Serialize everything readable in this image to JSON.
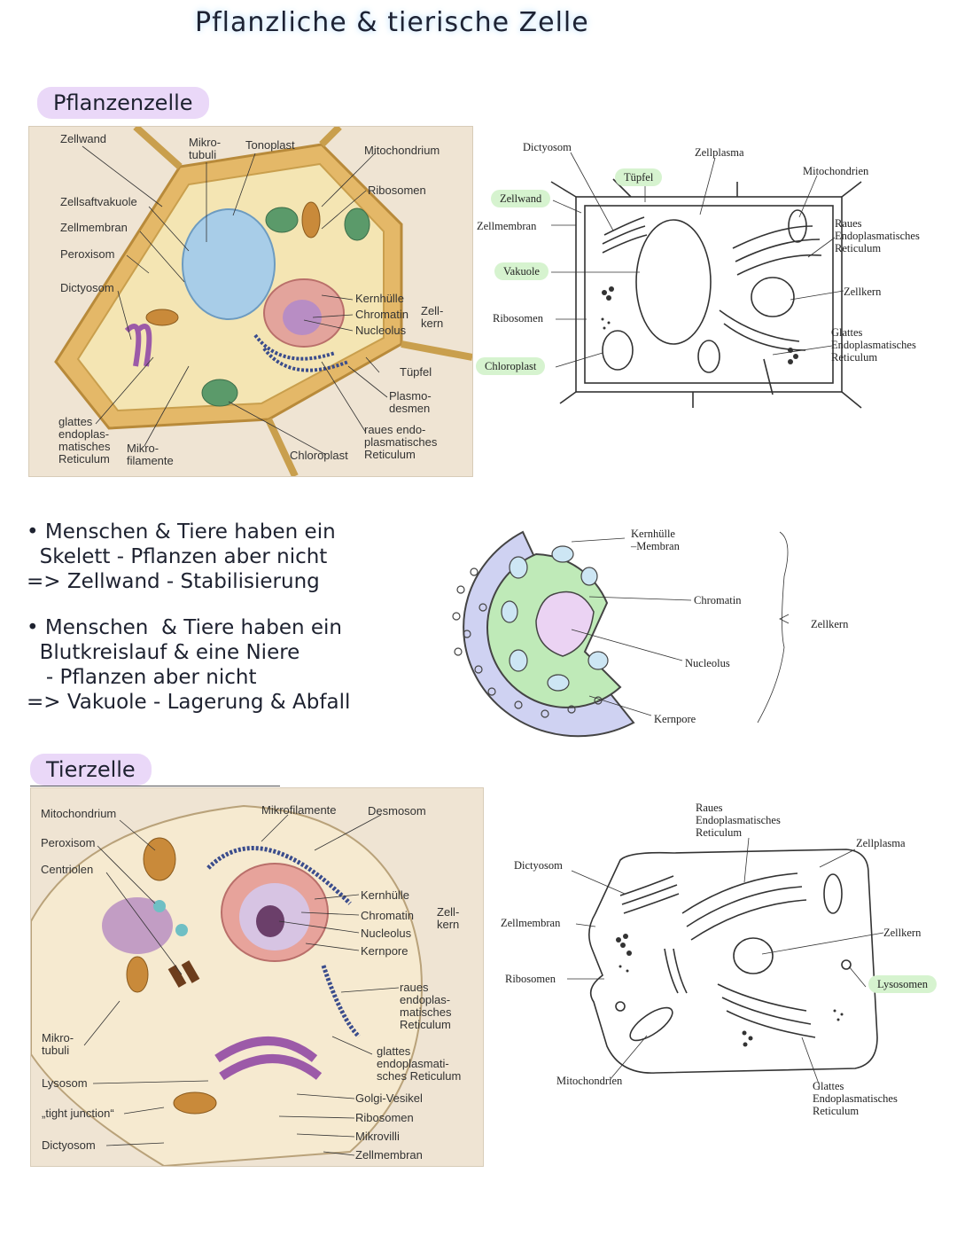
{
  "title": "Pflanzliche & tierische Zelle",
  "sections": {
    "plant": "Pflanzenzelle",
    "animal": "Tierzelle"
  },
  "plant_photo_labels": {
    "zellwand": "Zellwand",
    "mikrotubuli": "Mikro-\ntubuli",
    "tonoplast": "Tonoplast",
    "mitochondrium": "Mitochondrium",
    "ribosomen": "Ribosomen",
    "zellsaftvakuole": "Zellsaftvakuole",
    "zellmembran": "Zellmembran",
    "peroxisom": "Peroxisom",
    "dictyosom": "Dictyosom",
    "kernhuelle": "Kernhülle",
    "chromatin": "Chromatin",
    "nucleolus": "Nucleolus",
    "zellkern": "Zell-\nkern",
    "tuepfel": "Tüpfel",
    "plasmodesmen": "Plasmo-\ndesmen",
    "raues_er": "raues endo-\nplasmatisches\nReticulum",
    "chloroplast": "Chloroplast",
    "glattes_er": "glattes\nendoplas-\nmatisches\nReticulum",
    "mikrofilamente": "Mikro-\nfilamente"
  },
  "plant_drawing_labels": {
    "dictyosom": "Dictyosom",
    "zellplasma": "Zellplasma",
    "tuepfel": "Tüpfel",
    "mitochondrien": "Mitochondrien",
    "zellwand": "Zellwand",
    "zellmembran": "Zellmembran",
    "raues_er": "Raues\nEndoplasmatisches\nReticulum",
    "vakuole": "Vakuole",
    "zellkern": "Zellkern",
    "ribosomen": "Ribosomen",
    "glattes_er": "Glattes\nEndoplasmatisches\nReticulum",
    "chloroplast": "Chloroplast"
  },
  "notes": [
    "• Menschen & Tiere haben ein\n  Skelett - Pflanzen aber nicht\n=> Zellwand - Stabilisierung",
    "• Menschen  & Tiere haben ein\n  Blutkreislauf & eine Niere\n   - Pflanzen aber nicht\n=> Vakuole - Lagerung & Abfall"
  ],
  "nucleus_labels": {
    "kernhuelle": "Kernhülle\n–Membran",
    "chromatin": "Chromatin",
    "nucleolus": "Nucleolus",
    "kernpore": "Kernpore",
    "zellkern": "Zellkern"
  },
  "animal_photo_labels": {
    "mitochondrium": "Mitochondrium",
    "mikrofilamente": "Mikrofilamente",
    "desmosom": "Desmosom",
    "peroxisom": "Peroxisom",
    "centriolen": "Centriolen",
    "kernhuelle": "Kernhülle",
    "chromatin": "Chromatin",
    "nucleolus": "Nucleolus",
    "kernpore": "Kernpore",
    "zellkern": "Zell-\nkern",
    "raues_er": "raues\nendoplas-\nmatisches\nReticulum",
    "mikrotubuli": "Mikro-\ntubuli",
    "glattes_er": "glattes\nendoplasmati-\nsches Reticulum",
    "lysosom": "Lysosom",
    "golgi": "Golgi-Vesikel",
    "tight": "„tight junction“",
    "ribosomen": "Ribosomen",
    "mikrovilli": "Mikrovilli",
    "dictyosom": "Dictyosom",
    "zellmembran": "Zellmembran"
  },
  "animal_drawing_labels": {
    "raues_er": "Raues\nEndoplasmatisches\nReticulum",
    "zellplasma": "Zellplasma",
    "dictyosom": "Dictyosom",
    "zellmembran": "Zellmembran",
    "zellkern": "Zellkern",
    "ribosomen": "Ribosomen",
    "lysosomen": "Lysosomen",
    "mitochondrien": "Mitochondrien",
    "glattes_er": "Glattes\nEndoplasmatisches\nReticulum"
  },
  "colors": {
    "highlight_purple": "#ead8f8",
    "highlight_green": "#d6f3cf",
    "title_glow": "#cfe8ff"
  }
}
